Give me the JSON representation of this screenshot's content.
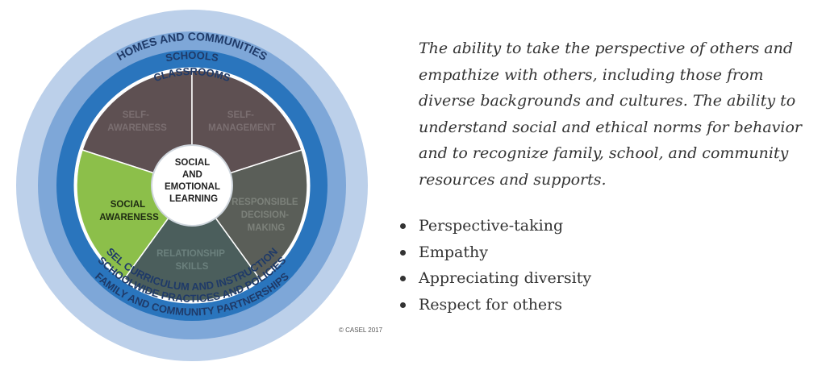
{
  "diagram": {
    "rings": {
      "homes_and_communities": "HOMES AND COMMUNITIES",
      "schools": "SCHOOLS",
      "classrooms": "CLASSROOMS",
      "sel_curriculum": "SEL CURRICULUM AND INSTRUCTION",
      "schoolwide_practices": "SCHOOLWIDE PRACTICES AND POLICIES",
      "family_partnerships": "FAMILY AND COMMUNITY PARTNERSHIPS"
    },
    "center": [
      "SOCIAL",
      "AND",
      "EMOTIONAL",
      "LEARNING"
    ],
    "slices": {
      "self_awareness": [
        "SELF-",
        "AWARENESS"
      ],
      "self_management": [
        "SELF-",
        "MANAGEMENT"
      ],
      "responsible_decision_making": [
        "RESPONSIBLE",
        "DECISION-",
        "MAKING"
      ],
      "relationship_skills": [
        "RELATIONSHIP",
        "SKILLS"
      ],
      "social_awareness": [
        "SOCIAL",
        "AWARENESS"
      ]
    },
    "copyright": "© CASEL 2017",
    "colors": {
      "outer_ring": "#bcd0ea",
      "middle_ring": "#7ea7d8",
      "inner_ring": "#2a75bd",
      "slice_dim": "#5e5052",
      "slice_dim_alt": "#5a5e58",
      "slice_relationship": "#4b5e5c",
      "slice_highlight": "#8cbf4a"
    }
  },
  "content": {
    "description": "The ability to take the perspective of others and empathize with others, including those from diverse backgrounds and cultures. The ability to understand social and ethical norms for behavior and to recognize family, school, and community resources and supports.",
    "bullets": [
      "Perspective-taking",
      "Empathy",
      "Appreciating diversity",
      "Respect for others"
    ]
  }
}
